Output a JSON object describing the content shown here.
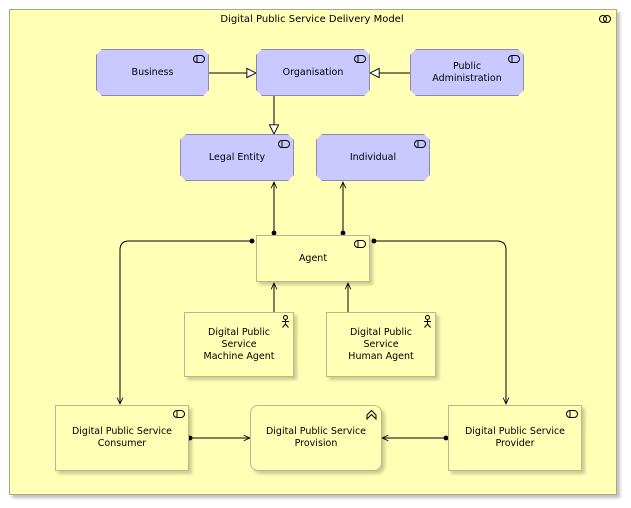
{
  "diagram": {
    "title": "Digital Public Service Delivery Model",
    "nodes": {
      "business": "Business",
      "organisation": "Organisation",
      "public_administration": "Public Administration",
      "legal_entity": "Legal Entity",
      "individual": "Individual",
      "agent": "Agent",
      "machine_agent": "Digital Public Service\nMachine Agent",
      "human_agent": "Digital Public Service\nHuman Agent",
      "consumer": "Digital Public Service\nConsumer",
      "provision": "Digital Public Service\nProvision",
      "provider": "Digital Public Service Provider"
    },
    "colors": {
      "role_fill": "#c9c9ff",
      "background": "#ffffb5"
    }
  }
}
